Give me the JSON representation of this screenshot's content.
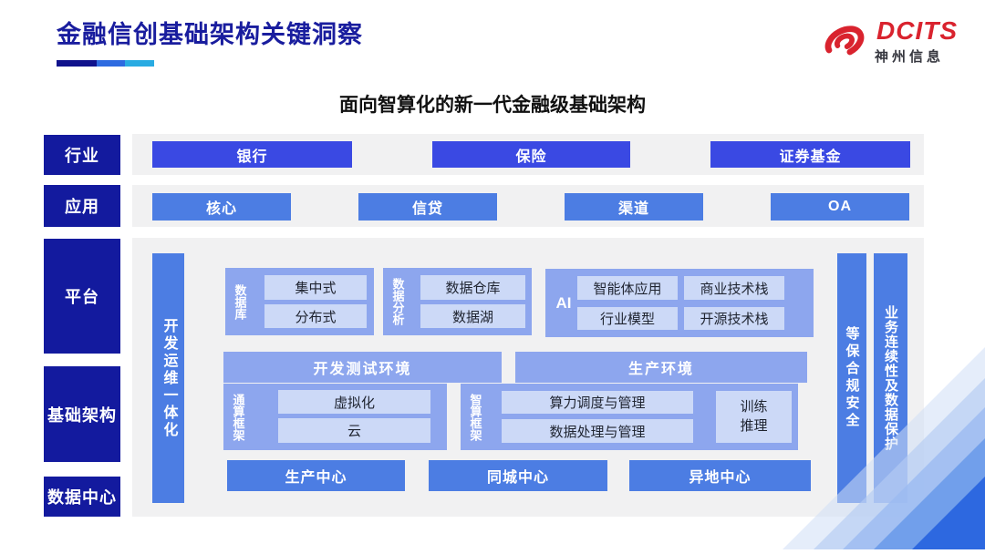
{
  "header": {
    "title": "金融信创基础架构关键洞察",
    "subtitle": "面向智算化的新一代金融级基础架构"
  },
  "logo": {
    "brand": "DCITS",
    "company": "神州信息"
  },
  "sidebar": {
    "items": [
      {
        "label": "行业"
      },
      {
        "label": "应用"
      },
      {
        "label": "平台"
      },
      {
        "label": "基础架构"
      },
      {
        "label": "数据中心"
      }
    ]
  },
  "rows": {
    "industry": [
      "银行",
      "保险",
      "证券基金"
    ],
    "application": [
      "核心",
      "信贷",
      "渠道",
      "OA"
    ]
  },
  "platform": {
    "devops": "开发运维一体化",
    "database": {
      "label": "数据库",
      "items": [
        "集中式",
        "分布式"
      ]
    },
    "analytics": {
      "label": "数据分析",
      "items": [
        "数据仓库",
        "数据湖"
      ]
    },
    "ai": {
      "label": "AI",
      "items": [
        "智能体应用",
        "商业技术栈",
        "行业模型",
        "开源技术栈"
      ]
    },
    "environments": [
      "开发测试环境",
      "生产环境"
    ],
    "general": {
      "label": "通算框架",
      "items": [
        "虚拟化",
        "云"
      ]
    },
    "intelligent": {
      "label": "智算框架",
      "items": [
        "算力调度与管理",
        "数据处理与管理"
      ],
      "side": "训练推理"
    },
    "centers": [
      "生产中心",
      "同城中心",
      "异地中心"
    ],
    "security": "等保合规安全",
    "continuity": "业务连续性及数据保护"
  },
  "colors": {
    "title_navy": "#191D9E",
    "sidebar_navy": "#131A9E",
    "deep_blue": "#3A49E3",
    "bright_blue": "#4C7DE3",
    "container_blue": "#8DA6EE",
    "inner_light_blue": "#CCD9F7",
    "band_gray": "#F1F1F2",
    "logo_red": "#D9232E",
    "underline": [
      "#10128C",
      "#2E6BE0",
      "#29ABE2"
    ]
  }
}
